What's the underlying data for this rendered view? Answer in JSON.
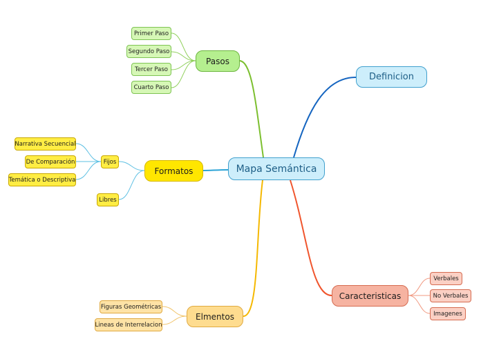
{
  "central": {
    "label": "Mapa Semántica"
  },
  "pasos": {
    "label": "Pasos",
    "children": [
      "Primer Paso",
      "Segundo Paso",
      "Tercer Paso",
      "Cuarto Paso"
    ]
  },
  "definicion": {
    "label": "Definicion"
  },
  "formatos": {
    "label": "Formatos",
    "fijos": {
      "label": "Fijos",
      "children": [
        "Narrativa Secuencial",
        "De Comparación",
        "Temática o Descriptiva"
      ]
    },
    "libres": {
      "label": "Libres"
    }
  },
  "caracteristicas": {
    "label": "Caracteristicas",
    "children": [
      "Verbales",
      "No Verbales",
      "Imagenes"
    ]
  },
  "elementos": {
    "label": "Elmentos",
    "children": [
      "Figuras Geométricas",
      "Lineas de Interrelacion"
    ]
  },
  "colors": {
    "central": "#cdeefb",
    "pasos": "#b5ef8f",
    "definicion": "#cdeefb",
    "formatos": "#ffe600",
    "caracteristicas": "#f6b3a1",
    "elementos": "#fedc8f",
    "line_pasos": "#7cbf2f",
    "line_definicion": "#1565c0",
    "line_formatos": "#2aa3d6",
    "line_caracteristicas": "#f0552d",
    "line_elementos": "#f5b800"
  }
}
